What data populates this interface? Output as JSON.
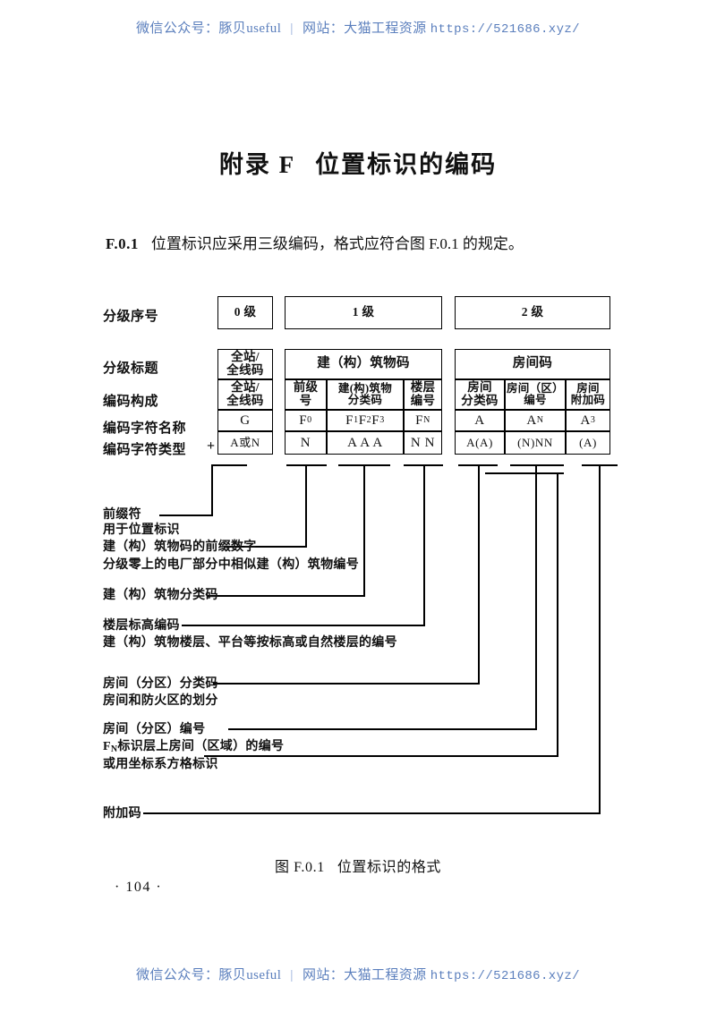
{
  "watermark": {
    "account_label": "微信公众号：豚贝useful",
    "separator": "|",
    "site_label": "网站：大猫工程资源",
    "url": "https://521686.xyz/"
  },
  "appendix": {
    "title_prefix": "附录 F",
    "title_name": "位置标识的编码"
  },
  "clause": {
    "number": "F.0.1",
    "text": "位置标识应采用三级编码，格式应符合图 F.0.1 的规定。"
  },
  "figure": {
    "caption_label": "图 F.0.1",
    "caption_text": "位置标识的格式"
  },
  "page_number": "· 104 ·",
  "table": {
    "row_labels": [
      "分级序号",
      "分级标题",
      "编码构成",
      "编码字符名称",
      "编码字符类型"
    ],
    "plus_sign": "+",
    "level_row": [
      "0 级",
      "1 级",
      "2 级"
    ],
    "title_row": [
      "全站/",
      "全线码",
      "建（构）筑物码",
      "房间码"
    ],
    "composition_row": [
      {
        "l1": "全站/",
        "l2": "全线码"
      },
      {
        "l1": "前级",
        "l2": "号"
      },
      {
        "l1": "建(构)筑物",
        "l2": "分类码"
      },
      {
        "l1": "楼层",
        "l2": "编号"
      },
      {
        "l1": "房间",
        "l2": "分类码"
      },
      {
        "l1": "房间（区）",
        "l2": "编号"
      },
      {
        "l1": "房间",
        "l2": "附加码"
      }
    ],
    "char_name_row": [
      "G",
      "F0",
      "F1F2F3",
      "FN",
      "A",
      "AN",
      "A3"
    ],
    "char_type_row": [
      "A或N",
      "N",
      "A  A  A",
      "N  N",
      "A(A)",
      "(N)NN",
      "(A)"
    ]
  },
  "callouts": [
    {
      "id": "prefix-symbol",
      "lines": [
        "前缀符"
      ]
    },
    {
      "id": "building-prefix-digit",
      "lines": [
        "用于位置标识",
        "建（构）筑物码的前缀数字",
        "分级零上的电厂部分中相似建（构）筑物编号"
      ]
    },
    {
      "id": "building-class-code",
      "lines": [
        "建（构）筑物分类码"
      ]
    },
    {
      "id": "floor-elevation-code",
      "lines": [
        "楼层标高编码",
        "建（构）筑物楼层、平台等按标高或自然楼层的编号"
      ]
    },
    {
      "id": "room-class-code",
      "lines": [
        "房间（分区）分类码",
        "房间和防火区的划分"
      ]
    },
    {
      "id": "room-number",
      "lines": [
        "房间（分区）编号",
        "标识层上房间（区域）的编号",
        "或用坐标系方格标识"
      ],
      "sub_prefix": "F",
      "sub_char": "N"
    },
    {
      "id": "additional-code",
      "lines": [
        "附加码"
      ]
    }
  ]
}
